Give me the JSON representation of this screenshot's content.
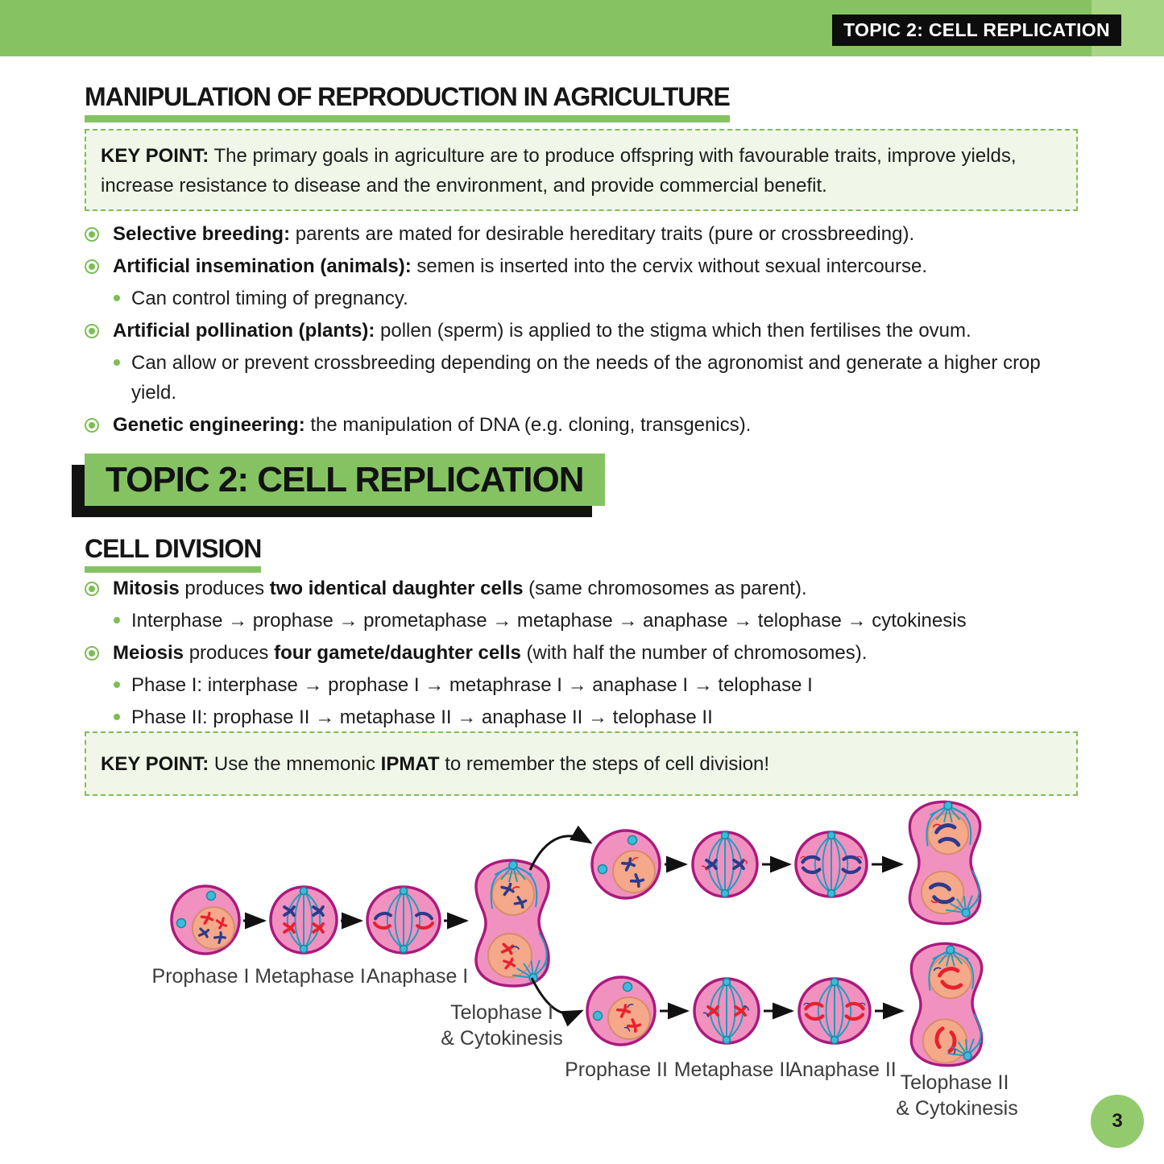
{
  "header": {
    "tag": "TOPIC 2: CELL REPLICATION"
  },
  "section1": {
    "title": "MANIPULATION OF REPRODUCTION IN AGRICULTURE",
    "keypoint": {
      "label": "KEY POINT:",
      "text": " The primary goals in agriculture are to produce offspring with favourable traits, improve yields, increase resistance to disease and the environment, and provide commercial benefit."
    },
    "bullets": [
      {
        "b1": "Selective breeding:",
        "r1": " parents are mated for desirable hereditary traits (pure or crossbreeding)."
      },
      {
        "b1": "Artificial insemination (animals):",
        "r1": " semen is inserted into the cervix without sexual intercourse.",
        "sub1": "Can control timing of pregnancy."
      },
      {
        "b1": "Artificial pollination (plants):",
        "r1": " pollen (sperm) is applied to the stigma which then fertilises the ovum.",
        "sub1": "Can allow or prevent crossbreeding depending on the needs of the agronomist and generate a higher crop yield."
      },
      {
        "b1": "Genetic engineering:",
        "r1": " the manipulation of DNA (e.g. cloning, transgenics)."
      }
    ]
  },
  "main_title": "TOPIC 2: CELL REPLICATION",
  "section2": {
    "title": "CELL DIVISION",
    "bullets": [
      {
        "b1": "Mitosis",
        "r1": " produces ",
        "b2": "two identical daughter cells",
        "r2": " (same chromosomes as parent).",
        "sub1": "Interphase → prophase → prometaphase → metaphase → anaphase → telophase → cytokinesis"
      },
      {
        "b1": "Meiosis",
        "r1": " produces ",
        "b2": "four gamete/daughter cells",
        "r2": " (with half the number of chromosomes).",
        "sub1": "Phase I: interphase → prophase I → metaphrase I → anaphase I → telophase I",
        "sub2": "Phase II: prophase II → metaphase II → anaphase II → telophase II"
      }
    ],
    "keypoint": {
      "label": "KEY POINT:",
      "r1": " Use the mnemonic ",
      "b1": "IPMAT",
      "r2": " to remember the steps of cell division!"
    }
  },
  "diagram": {
    "labels": {
      "prophase1": "Prophase I",
      "metaphase1": "Metaphase I",
      "anaphase1": "Anaphase I",
      "telophase1": "Telophase I",
      "telophase1b": "& Cytokinesis",
      "prophase2": "Prophase II",
      "metaphase2": "Metaphase II",
      "anaphase2": "Anaphase II",
      "telophase2": "Telophase II",
      "telophase2b": "& Cytokinesis"
    }
  },
  "page": {
    "number": "3"
  },
  "colors": {
    "accent_green": "#85C362",
    "corner_green": "#A6D584",
    "tag_black": "#0D0D0D",
    "keypoint_bg": "#F0F7E8",
    "keypoint_border": "#82BD55",
    "bullet_green": "#7CBE54",
    "page_circle_green": "#93CA6D",
    "cell_membrane": "#AA1A7E",
    "cell_fill": "#F191BF",
    "nucleus_fill": "#F5A88A",
    "nucleus_stroke": "#D78C6B",
    "spindle_teal": "#1E9DBE",
    "centrosome_cyan": "#3BBCD9",
    "chromosome_red": "#E8202F",
    "chromosome_blue": "#2D3A8C"
  }
}
